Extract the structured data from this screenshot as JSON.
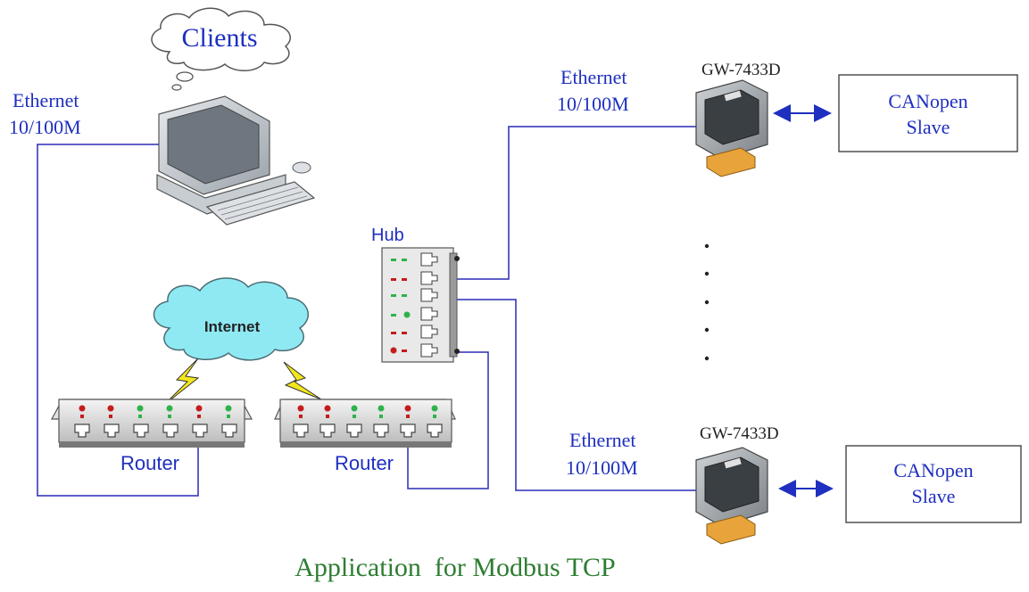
{
  "title": "Application  for Modbus TCP",
  "clients_label": "Clients",
  "internet_label": "Internet",
  "hub_label": "Hub",
  "router_left_label": "Router",
  "router_right_label": "Router",
  "pc_ethernet": {
    "line1": "Ethernet",
    "line2": "10/100M"
  },
  "top_ethernet": {
    "line1": "Ethernet",
    "line2": "10/100M"
  },
  "bottom_ethernet": {
    "line1": "Ethernet",
    "line2": "10/100M"
  },
  "gateway_top_label": "GW-7433D",
  "gateway_bottom_label": "GW-7433D",
  "slave_top": {
    "line1": "CANopen",
    "line2": "Slave"
  },
  "slave_bottom": {
    "line1": "CANopen",
    "line2": "Slave"
  },
  "colors": {
    "wire": "#2a2ab8",
    "title": "#2e7d32",
    "label_blue": "#1f2fbf",
    "cloud_client": "#1f2fbf",
    "internet_fill": "#8fe9f3",
    "led_red": "#c61b1b",
    "led_green": "#2db34a",
    "bolt": "#f2e61c"
  }
}
